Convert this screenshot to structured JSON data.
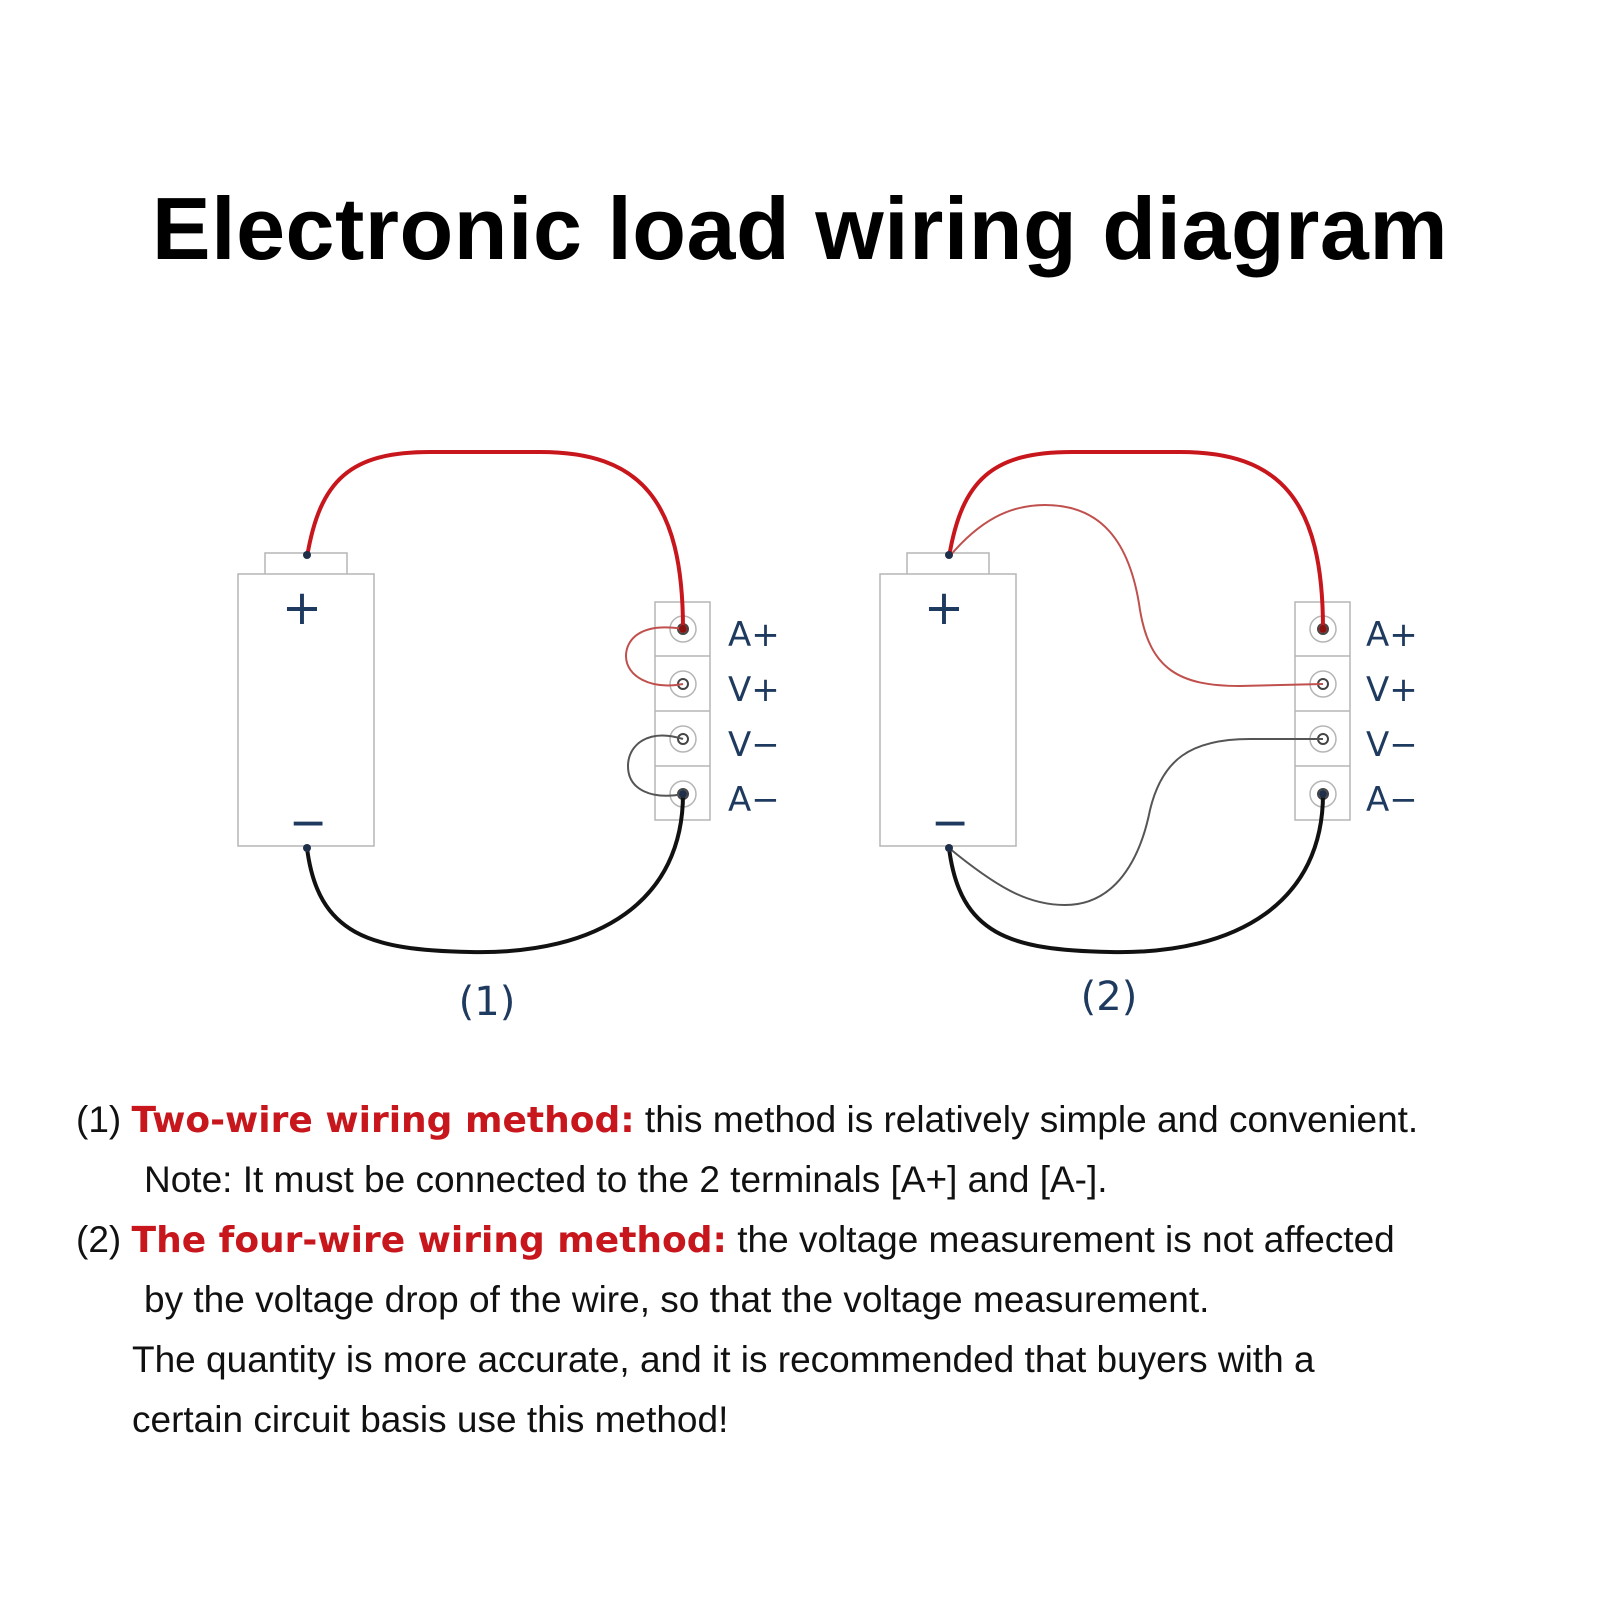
{
  "title": "Electronic load wiring diagram",
  "colors": {
    "wire_positive": "#c8161d",
    "wire_sense_positive": "#c0504d",
    "wire_negative": "#111111",
    "wire_sense_negative": "#555555",
    "label_navy": "#1f3a5f",
    "highlight_red": "#c8161d"
  },
  "diagrams": [
    {
      "caption": "(1)",
      "battery": {
        "plus": "+",
        "minus": "−"
      },
      "terminals": [
        "A+",
        "V+",
        "V−",
        "A−"
      ]
    },
    {
      "caption": "(2)",
      "battery": {
        "plus": "+",
        "minus": "−"
      },
      "terminals": [
        "A+",
        "V+",
        "V−",
        "A−"
      ]
    }
  ],
  "notes": {
    "item1": {
      "number": "(1)",
      "heading": "Two-wire wiring method:",
      "text": "this method is relatively simple and convenient.",
      "note": "Note: It must be connected to the 2 terminals [A+] and [A-]."
    },
    "item2": {
      "number": "(2)",
      "heading": "The four-wire wiring method:",
      "text": "the voltage measurement is not affected",
      "line2": "by the voltage drop of the wire, so that the voltage measurement.",
      "line3": "The quantity is more accurate, and it is recommended that buyers with a",
      "line4": "certain circuit basis use this method!"
    }
  }
}
